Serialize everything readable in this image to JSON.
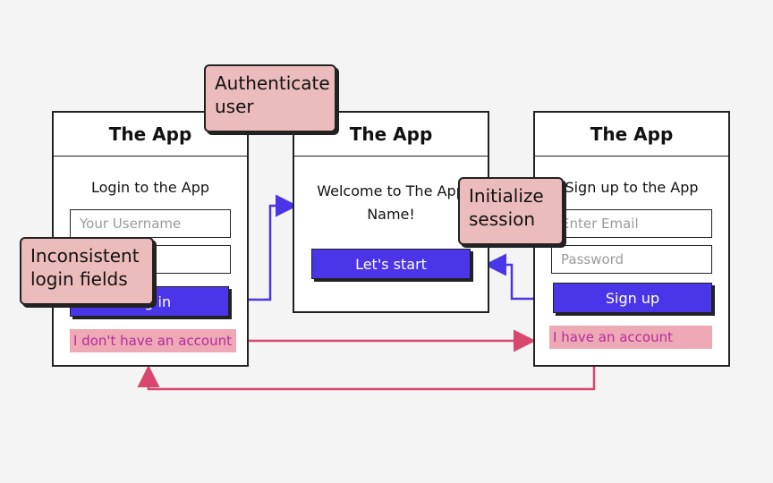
{
  "colors": {
    "primary_button": "#4a35e8",
    "link_fill": "#eea8b6",
    "link_text": "#b32f9a",
    "note_fill": "#ecbcbc",
    "flow_arrow": "#4a35e8",
    "nav_arrow": "#d9466e"
  },
  "login_screen": {
    "title": "The App",
    "heading": "Login to the App",
    "username_placeholder": "Your Username",
    "login_button": "Log in",
    "no_account_link": "I don't have an account"
  },
  "welcome_screen": {
    "title": "The App",
    "welcome_line1": "Welcome to The App",
    "welcome_line2": "Name!",
    "start_button": "Let's start"
  },
  "signup_screen": {
    "title": "The App",
    "heading": "Sign up to the App",
    "email_placeholder": "Enter Email",
    "password_placeholder": "Password",
    "signup_button": "Sign up",
    "have_account_link": "I have an account"
  },
  "notes": {
    "authenticate": [
      "Authenticate",
      "user"
    ],
    "initialize": [
      "Initialize",
      "session"
    ],
    "inconsistent": [
      "Inconsistent",
      "login fields"
    ]
  }
}
